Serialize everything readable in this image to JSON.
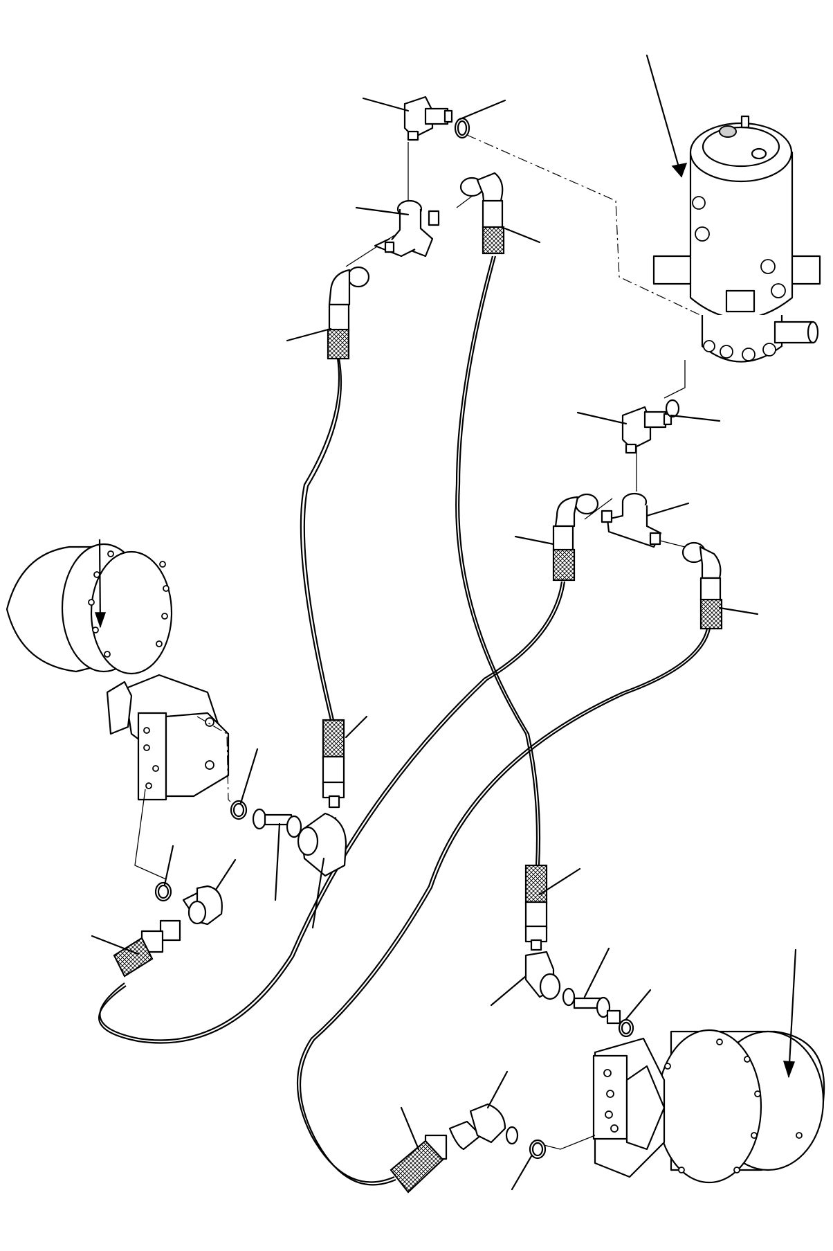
{
  "diagram": {
    "title": "",
    "components": [
      {
        "id": "swivel-joint",
        "kind": "center swivel joint"
      },
      {
        "id": "travel-motor-left",
        "kind": "travel motor"
      },
      {
        "id": "travel-motor-right",
        "kind": "travel motor"
      },
      {
        "id": "hose-1",
        "kind": "hose"
      },
      {
        "id": "hose-2",
        "kind": "hose"
      },
      {
        "id": "hose-3",
        "kind": "hose"
      },
      {
        "id": "hose-4",
        "kind": "hose"
      },
      {
        "id": "elbow-fittings",
        "kind": "elbow"
      },
      {
        "id": "tee-fittings",
        "kind": "tee"
      },
      {
        "id": "o-rings",
        "kind": "o-ring"
      },
      {
        "id": "adapters",
        "kind": "connector"
      }
    ],
    "callout_labels": [],
    "icon": "mechanical-drawing"
  }
}
